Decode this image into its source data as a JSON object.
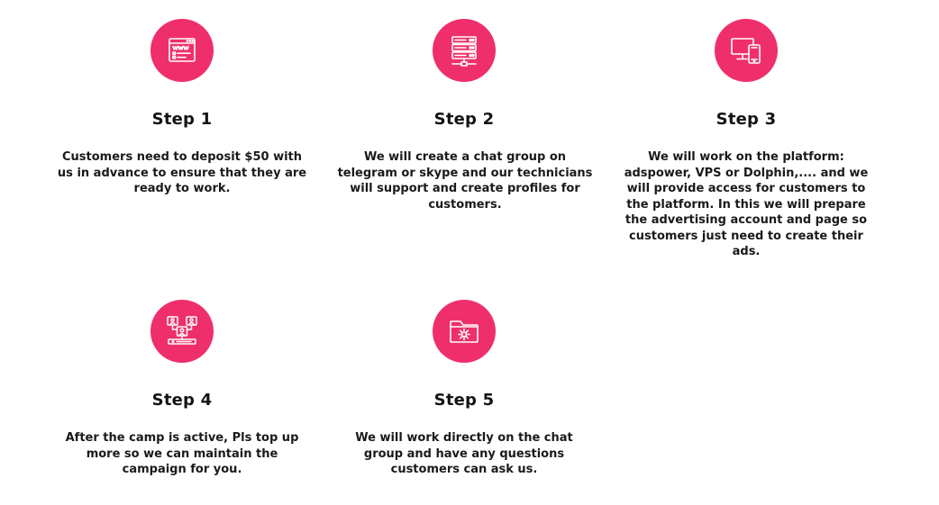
{
  "accent_color": "#ef2f6b",
  "steps": [
    {
      "icon": "browser-window-icon",
      "title": "Step 1",
      "description": "Customers need to deposit $50 with us in advance to ensure that they are ready to work."
    },
    {
      "icon": "server-icon",
      "title": "Step 2",
      "description": "We will create a chat group on telegram or skype and our technicians will support and create profiles for customers."
    },
    {
      "icon": "devices-icon",
      "title": "Step 3",
      "description": "We will work on the platform: adspower, VPS or Dolphin,.... and we will provide access for customers to the platform. In this we will prepare the advertising account and page so customers just need to create their ads."
    },
    {
      "icon": "network-users-icon",
      "title": "Step 4",
      "description": "After the camp is active, Pls top up more so we can maintain the campaign for you."
    },
    {
      "icon": "folder-settings-icon",
      "title": "Step 5",
      "description": "We will work directly on the chat group and have any questions customers can ask us."
    }
  ]
}
